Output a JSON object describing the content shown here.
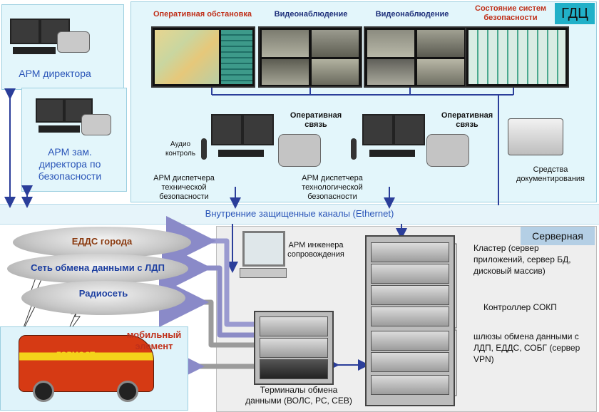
{
  "gdc": {
    "badge": "ГДЦ",
    "screens": [
      {
        "label": "Оперативная обстановка",
        "color": "#c0301a"
      },
      {
        "label": "Видеонаблюдение",
        "color": "#1d2f7a"
      },
      {
        "label": "Видеонаблюдение",
        "color": "#1d2f7a"
      },
      {
        "label": "Состояние систем безопасности",
        "color": "#c0301a"
      }
    ],
    "workstations": [
      {
        "audio": "Аудио контроль",
        "comm": "Оперативная связь",
        "caption": "АРМ диспетчера технической безопасности"
      },
      {
        "comm": "Оперативная связь",
        "caption": "АРМ диспетчера технологической безопасности"
      }
    ],
    "printer_caption": "Средства документирования"
  },
  "director": {
    "label": "АРМ директора"
  },
  "deputy": {
    "label": "АРМ зам. директора по безопасности"
  },
  "channel": {
    "label": "Внутренние защищенные каналы (Ethernet)"
  },
  "clouds": [
    {
      "label": "ЕДДС города",
      "color": "#8a3a10"
    },
    {
      "label": "Сеть обмена данными с ЛДП",
      "color": "#1d3fa0"
    },
    {
      "label": "Радиосеть",
      "color": "#1d3fa0"
    }
  ],
  "mobile": {
    "label": "мобильный элемент",
    "vehicle_text": "ГОРМОСТ"
  },
  "server_room": {
    "title": "Серверная",
    "engineer": "АРМ инженера сопровождения",
    "cluster": "Кластер (сервер приложений, сервер БД, дисковый массив)",
    "controller": "Контроллер СОКП",
    "gateways": "шлюзы обмена данными с ЛДП, ЕДДС, СОБГ (сервер VPN)",
    "terminals": "Терминалы обмена данными (ВОЛС, РС, СЕВ)"
  },
  "colors": {
    "accent": "#21b0c8",
    "panel": "#e3f6fb",
    "arrow": "#2b3e9a"
  }
}
